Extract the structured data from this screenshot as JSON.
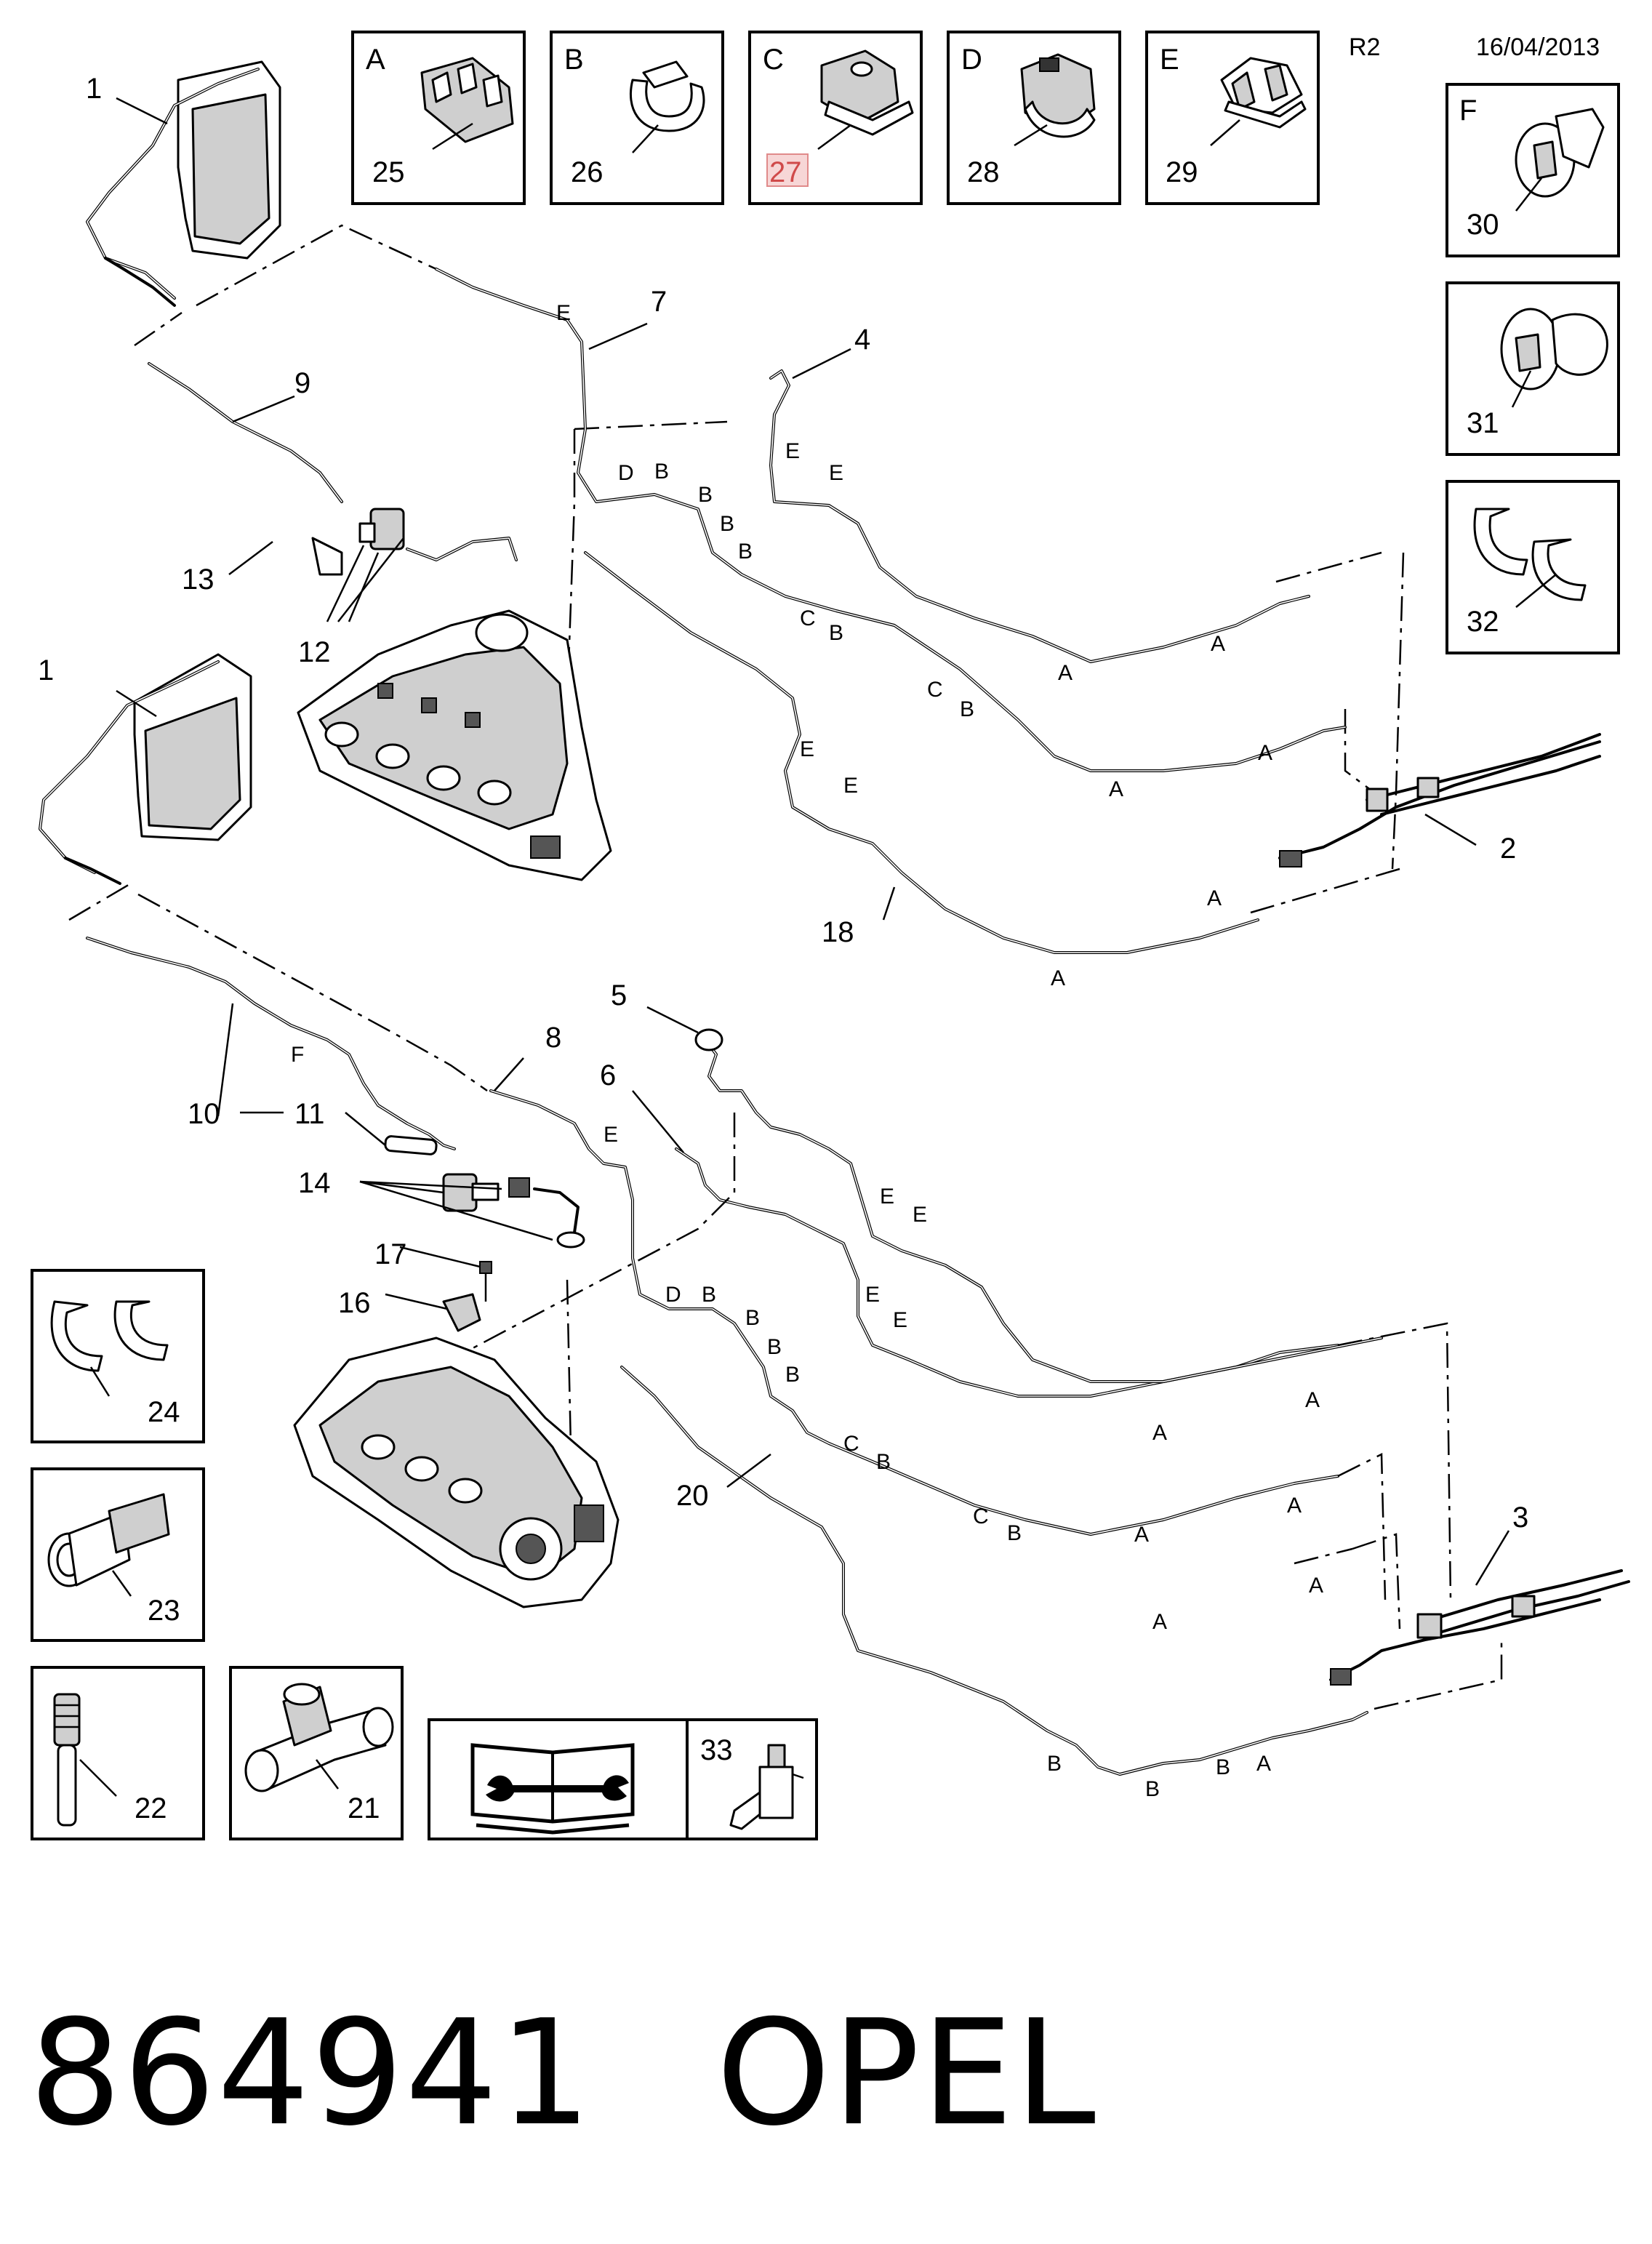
{
  "header": {
    "revision": "R2",
    "date": "16/04/2013"
  },
  "clip_boxes": [
    {
      "letter": "A",
      "number": "25"
    },
    {
      "letter": "B",
      "number": "26"
    },
    {
      "letter": "C",
      "number": "27"
    },
    {
      "letter": "D",
      "number": "28"
    },
    {
      "letter": "E",
      "number": "29"
    },
    {
      "letter": "F",
      "number": "30"
    },
    {
      "number": "31"
    },
    {
      "number": "32"
    }
  ],
  "fitting_boxes": [
    {
      "number": "24"
    },
    {
      "number": "23"
    },
    {
      "number": "22"
    },
    {
      "number": "21"
    },
    {
      "number": "33"
    }
  ],
  "callouts": {
    "c1a": "1",
    "c1b": "1",
    "c2": "2",
    "c3": "3",
    "c4": "4",
    "c5": "5",
    "c6": "6",
    "c7": "7",
    "c8": "8",
    "c9": "9",
    "c10": "10",
    "c11": "11",
    "c12": "12",
    "c13": "13",
    "c14": "14",
    "c16": "16",
    "c17": "17",
    "c18": "18",
    "c20": "20"
  },
  "clip_position_letters": {
    "t1": "E",
    "t2": "E",
    "t3": "E",
    "t4": "D",
    "t5": "B",
    "t6": "B",
    "t7": "B",
    "t8": "B",
    "t9": "C",
    "t10": "B",
    "t11": "C",
    "t12": "B",
    "t13": "A",
    "t14": "A",
    "t15": "A",
    "t16": "A",
    "t17": "E",
    "t18": "E",
    "t19": "A",
    "t20": "A",
    "b1": "F",
    "b2": "E",
    "b3": "E",
    "b4": "E",
    "b5": "E",
    "b6": "E",
    "b7": "D",
    "b8": "B",
    "b9": "B",
    "b10": "B",
    "b11": "B",
    "b12": "C",
    "b13": "B",
    "b14": "C",
    "b15": "B",
    "b16": "A",
    "b17": "A",
    "b18": "A",
    "b19": "A",
    "b20": "A",
    "b21": "A",
    "b22": "B",
    "b23": "B",
    "b24": "B",
    "b25": "A"
  },
  "footer": {
    "part_number": "864941",
    "brand": "OPEL"
  },
  "icons": [
    "manual-book-wrench-icon",
    "clip-icon",
    "union-fitting-icon",
    "tee-fitting-icon",
    "check-valve-icon",
    "grommet-icon"
  ]
}
